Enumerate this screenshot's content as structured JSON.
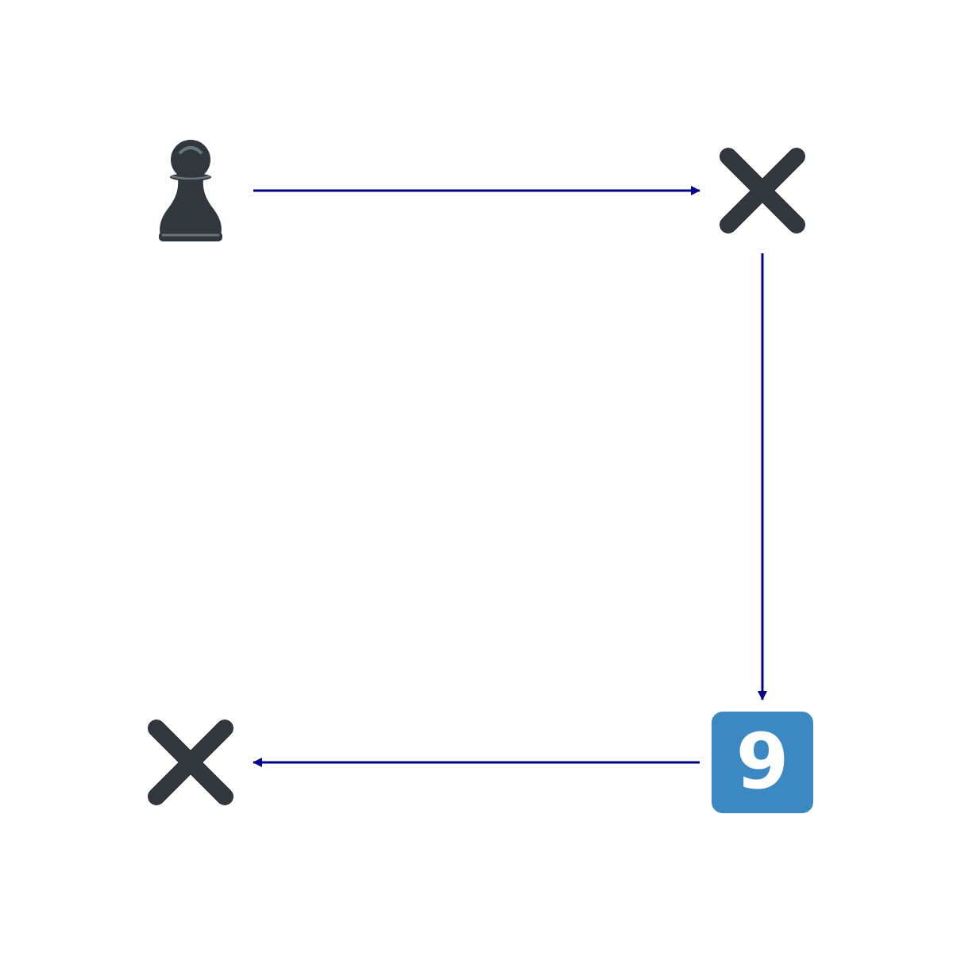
{
  "nodes": [
    {
      "id": "pawn",
      "icon": "pawn-icon"
    },
    {
      "id": "cross-top-right",
      "icon": "close-icon"
    },
    {
      "id": "keycap-nine",
      "icon": "keycap-9-icon",
      "label": "9"
    },
    {
      "id": "cross-bottom-left",
      "icon": "close-icon"
    }
  ],
  "edges": [
    {
      "from": "pawn",
      "to": "cross-top-right"
    },
    {
      "from": "cross-top-right",
      "to": "keycap-nine"
    },
    {
      "from": "keycap-nine",
      "to": "cross-bottom-left"
    }
  ],
  "colors": {
    "arrow": "#00008B",
    "icon_dark": "#31373D",
    "pawn_highlight": "#66757F",
    "keycap_bg": "#3B88C3",
    "keycap_text": "#FFFFFF"
  }
}
